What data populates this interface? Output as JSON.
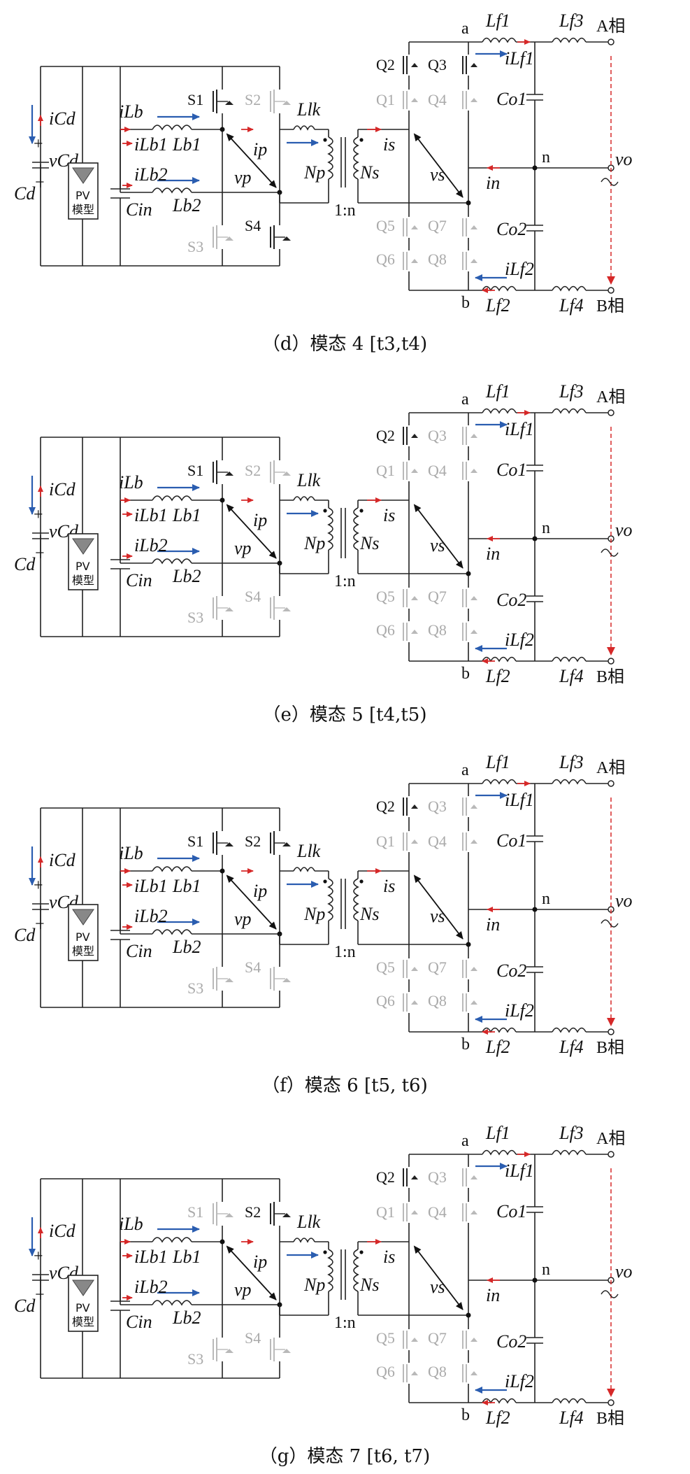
{
  "panels": [
    {
      "caption": "（d）模态 4 [t3,t4)",
      "switch_labels": {
        "S1": "S1",
        "S2": "S2",
        "S3": "S3",
        "S4": "S4",
        "Q1": "Q1",
        "Q2": "Q2",
        "Q3": "Q3",
        "Q4": "Q4",
        "Q5": "Q5",
        "Q6": "Q6",
        "Q7": "Q7",
        "Q8": "Q8"
      },
      "active_switches": [
        "S1",
        "S4",
        "Q2",
        "Q3"
      ]
    },
    {
      "caption": "（e）模态 5 [t4,t5)",
      "switch_labels": {
        "S1": "S1",
        "S2": "S2",
        "S3": "S3",
        "S4": "S4",
        "Q1": "Q1",
        "Q2": "Q2",
        "Q3": "Q3",
        "Q4": "Q4",
        "Q5": "Q5",
        "Q6": "Q6",
        "Q7": "Q7",
        "Q8": "Q8"
      },
      "active_switches": [
        "S1",
        "Q2"
      ]
    },
    {
      "caption": "（f）模态 6 [t5, t6)",
      "switch_labels": {
        "S1": "S1",
        "S2": "S2",
        "S3": "S3",
        "S4": "S4",
        "Q1": "Q1",
        "Q2": "Q2",
        "Q3": "Q3",
        "Q4": "Q4",
        "Q5": "Q5",
        "Q6": "Q6",
        "Q7": "Q7",
        "Q8": "Q8"
      },
      "active_switches": [
        "S1",
        "S2",
        "Q2"
      ]
    },
    {
      "caption": "（g）模态 7 [t6, t7)",
      "switch_labels": {
        "S1": "S1",
        "S2": "S2",
        "S3": "S3",
        "S4": "S4",
        "Q1": "Q1",
        "Q2": "Q2",
        "Q3": "Q3",
        "Q4": "Q4",
        "Q5": "Q5",
        "Q6": "Q6",
        "Q7": "Q7",
        "Q8": "Q8"
      },
      "active_switches": [
        "S2",
        "Q2"
      ]
    }
  ],
  "labels": {
    "iCd": "iCd",
    "vCd": "vCd",
    "Cd": "Cd",
    "Cin": "Cin",
    "pv_line1": "PV",
    "pv_line2": "模型",
    "iLb": "iLb",
    "iLb1": "iLb1",
    "iLb2": "iLb2",
    "Lb1": "Lb1",
    "Lb2": "Lb2",
    "Llk": "Llk",
    "ip": "ip",
    "vp": "vp",
    "Np": "Np",
    "Ns": "Ns",
    "is": "is",
    "vs": "vs",
    "ratio": "1:n",
    "Lf1": "Lf1",
    "Lf2": "Lf2",
    "Lf3": "Lf3",
    "Lf4": "Lf4",
    "iLf1": "iLf1",
    "iLf2": "iLf2",
    "Co1": "Co1",
    "Co2": "Co2",
    "in": "in",
    "node_a": "a",
    "node_b": "b",
    "node_n": "n",
    "vo": "vo",
    "phaseA": "A相",
    "phaseB": "B相"
  },
  "colors": {
    "current_arrow": "#d62828",
    "flow_arrow": "#2a5db0",
    "inactive": "#b9b9b9",
    "green_path": "#4caf50",
    "wire": "#222222"
  }
}
